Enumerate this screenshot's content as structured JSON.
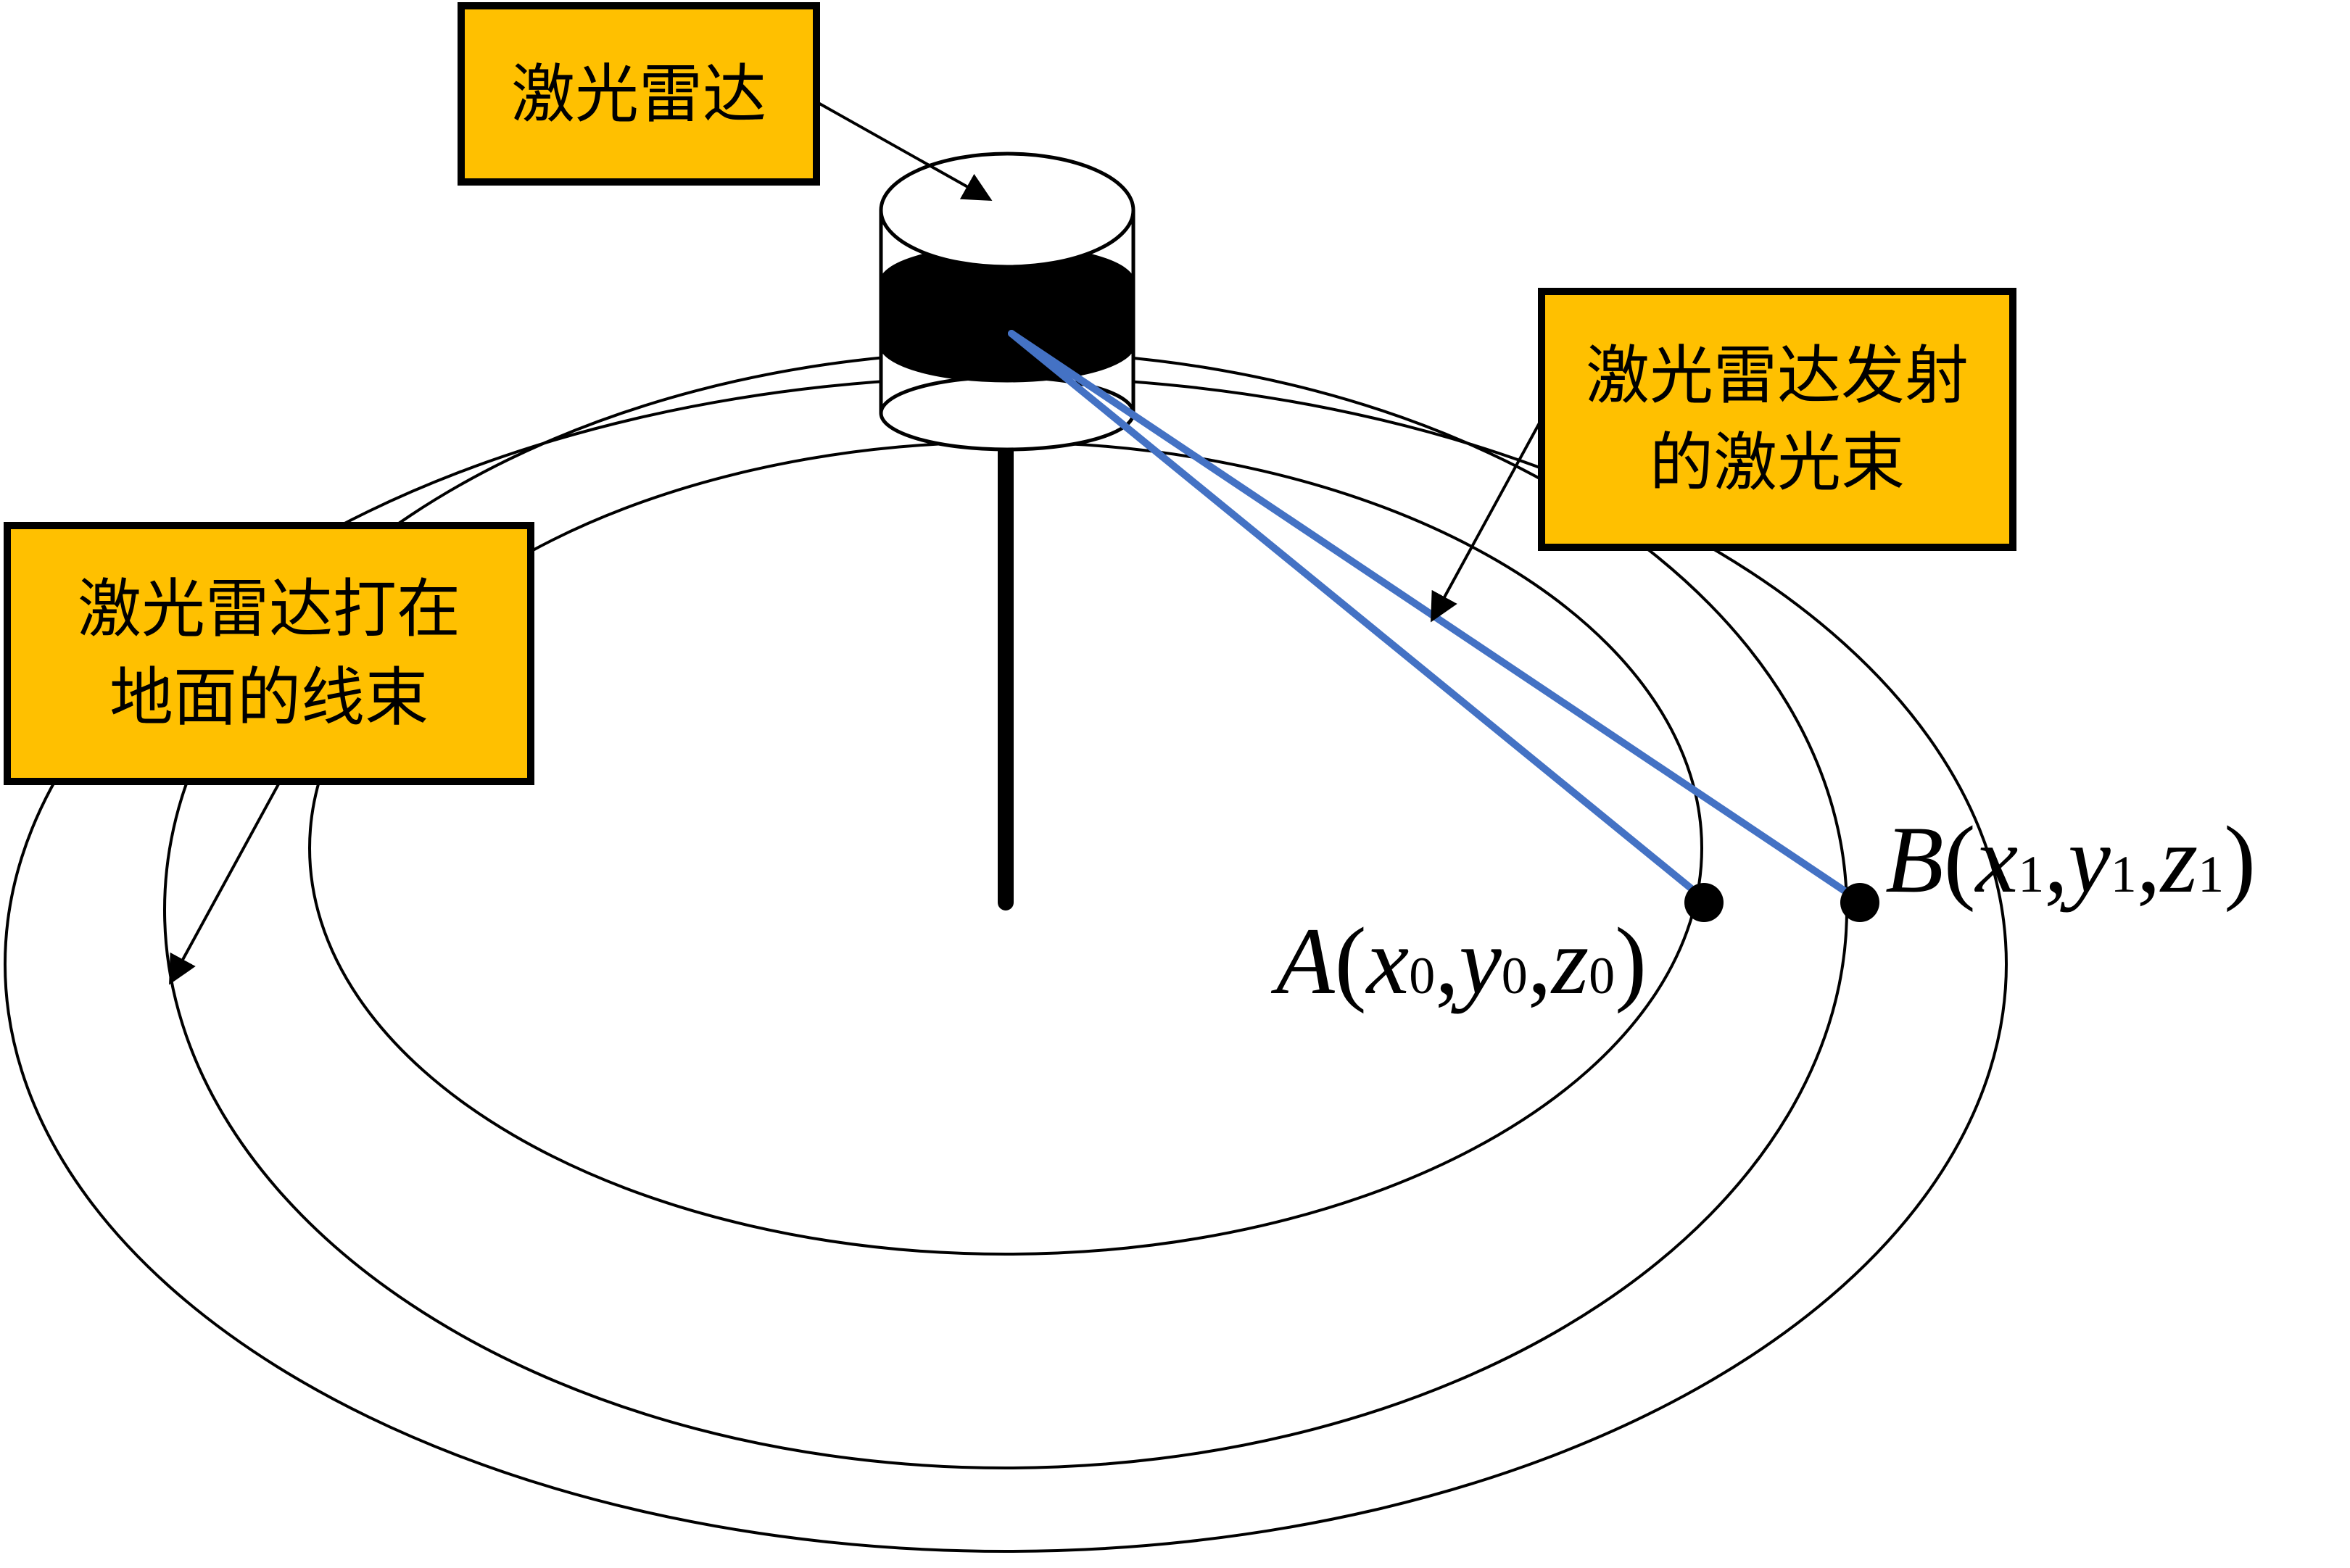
{
  "callouts": {
    "lidar": {
      "lines": [
        "激光雷达"
      ]
    },
    "beam": {
      "lines": [
        "激光雷达发射",
        "的激光束"
      ]
    },
    "ground_lines": {
      "lines": [
        "激光雷达打在",
        "地面的线束"
      ]
    }
  },
  "points": {
    "A": {
      "letter": "A",
      "x": "x",
      "y": "y",
      "z": "z",
      "index": "0"
    },
    "B": {
      "letter": "B",
      "x": "x",
      "y": "y",
      "z": "z",
      "index": "1"
    }
  },
  "punctuation": {
    "open": "(",
    "comma": ",",
    "close": ")"
  },
  "colors": {
    "callout_fill": "#FFC000",
    "callout_border": "#000000",
    "beam": "#4472C4",
    "line": "#000000"
  },
  "icons": {
    "lidar": "lidar-sensor-icon",
    "arrow": "callout-arrow-icon"
  }
}
